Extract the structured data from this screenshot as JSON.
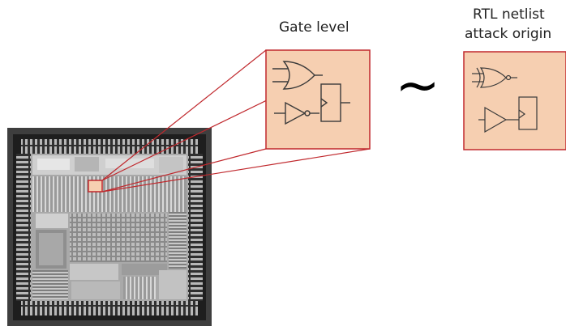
{
  "labels": {
    "gate_level": "Gate level",
    "rtl_line1": "RTL netlist",
    "rtl_line2": "attack origin"
  },
  "symbols": {
    "equivalence": "~"
  },
  "colors": {
    "panel_fill": "#f6cfb1",
    "panel_border": "#c0282d",
    "zoom_lines": "#c0282d",
    "gate_stroke": "#3a3a3a",
    "chip_frame": "#4a4a4a"
  },
  "icons": [
    "or-gate-icon",
    "buffer-gate-icon",
    "flip-flop-icon",
    "xor-gate-icon"
  ]
}
